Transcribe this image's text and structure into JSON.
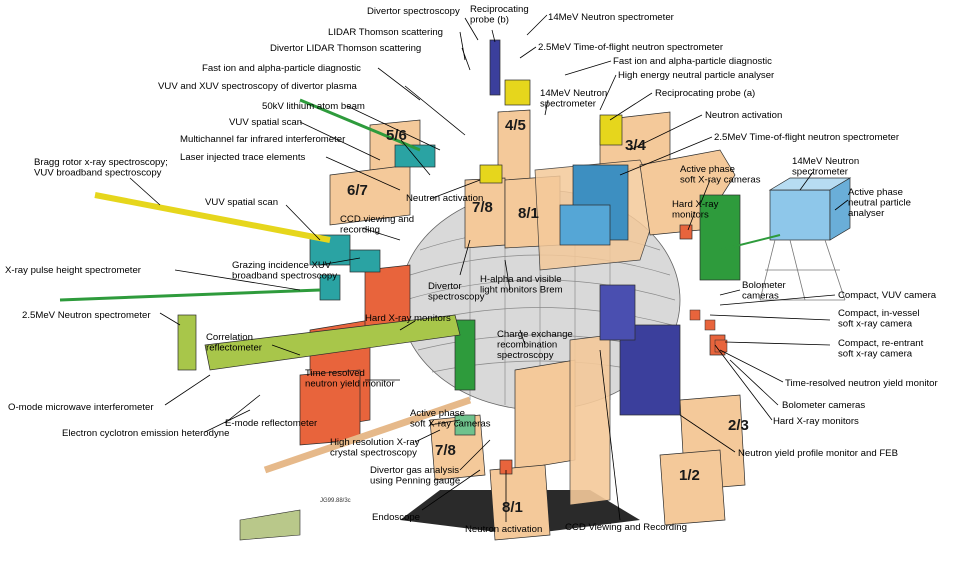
{
  "labels": {
    "divertor_spectroscopy_top": "Divertor spectroscopy",
    "reciprocating_probe_b": "Reciprocating\nprobe (b)",
    "neutron_spec_14mev_top": "14MeV Neutron spectrometer",
    "lidar_thomson": "LIDAR Thomson scattering",
    "divertor_lidar_thomson": "Divertor LIDAR Thomson scattering",
    "tof_25mev_top": "2.5MeV Time-of-flight neutron spectrometer",
    "fast_ion_left": "Fast ion and alpha-particle diagnostic",
    "fast_ion_right": "Fast ion and alpha-particle diagnostic",
    "hendpa": "High energy neutral particle analyser",
    "vuv_xuv_divertor": "VUV and XUV spectroscopy of divertor plasma",
    "neutron_spec_14mev_mid": "14MeV Neutron\nspectrometer",
    "reciprocating_probe_a": "Reciprocating probe (a)",
    "lithium_beam": "50kV lithium atom beam",
    "vuv_spatial_scan_top": "VUV spatial scan",
    "neutron_activation_top": "Neutron activation",
    "multichannel_fir": "Multichannel far infrared interferometer",
    "tof_25mev_mid": "2.5MeV Time-of-flight neutron spectrometer",
    "laser_trace": "Laser injected trace elements",
    "bragg_rotor": "Bragg rotor x-ray spectroscopy;\nVUV broadband spectroscopy",
    "active_phase_sxr_top": "Active phase\nsoft X-ray cameras",
    "neutron_spec_14mev_right": "14MeV Neutron\nspectrometer",
    "active_phase_npa": "Active phase\nneutral particle\nanalyser",
    "neutron_activation_mid": "Neutron activation",
    "vuv_spatial_scan_left": "VUV spatial scan",
    "hxr_monitors_right": "Hard X-ray\nmonitors",
    "ccd_viewing_top": "CCD viewing and\nrecording",
    "grazing_xuv": "Grazing incidence XUV\nbroadband spectroscopy",
    "xray_pulse_height": "X-ray pulse height spectrometer",
    "divertor_spectroscopy_mid": "Divertor\nspectroscopy",
    "bolometer_cameras_top": "Bolometer\ncameras",
    "compact_vuv": "Compact, VUV camera",
    "neutron_spec_25mev": "2.5MeV Neutron spectrometer",
    "hxr_monitors_mid": "Hard X-ray monitors",
    "halpha": "H-alpha and visible\nlight monitors Brem",
    "compact_invessel": "Compact, in-vessel\nsoft x-ray camera",
    "correlation_reflectometer": "Correlation\nreflectometer",
    "charge_exchange": "Charge exchange\nrecombination\nspectroscopy",
    "compact_reentrant": "Compact, re-entrant\nsoft x-ray camera",
    "time_resolved_nym_mid": "Time resolved\nneutron yield monitor",
    "time_resolved_nym_right": "Time-resolved neutron yield monitor",
    "o_mode": "O-mode microwave interferometer",
    "e_mode": "E-mode reflectometer",
    "bolometer_cameras_bottom": "Bolometer cameras",
    "active_phase_sxr_bottom": "Active phase\nsoft X-ray cameras",
    "hxr_monitors_bottom": "Hard X-ray monitors",
    "ece_heterodyne": "Electron cyclotron emission heterodyne",
    "high_res_xray": "High resolution X-ray\ncrystal spectroscopy",
    "neutron_yield_profile": "Neutron yield profile monitor and FEB",
    "divertor_gas": "Divertor gas analysis\nusing Penning gauge",
    "endoscope": "Endoscope",
    "neutron_activation_bottom": "Neutron activation",
    "ccd_viewing_bottom": "CCD Viewing and Recording"
  },
  "octants": {
    "o56": "5/6",
    "o45": "4/5",
    "o34": "3/4",
    "o67": "6/7",
    "o78a": "7/8",
    "o81a": "8/1",
    "o78b": "7/8",
    "o81b": "8/1",
    "o23": "2/3",
    "o12": "1/2"
  },
  "drawing_code": "JG99.88/3c",
  "colors": {
    "port_orange": "#f4c99a",
    "port_red": "#e8643c",
    "vessel_gray": "#cfcfcf",
    "diag_blue": "#3d8fc1",
    "diag_green": "#2e9b3c",
    "diag_yellow": "#e6d61c",
    "diag_navy": "#3b3f9c",
    "diag_lightblue": "#8ec7ea",
    "floor_dark": "#2a2a2a"
  }
}
